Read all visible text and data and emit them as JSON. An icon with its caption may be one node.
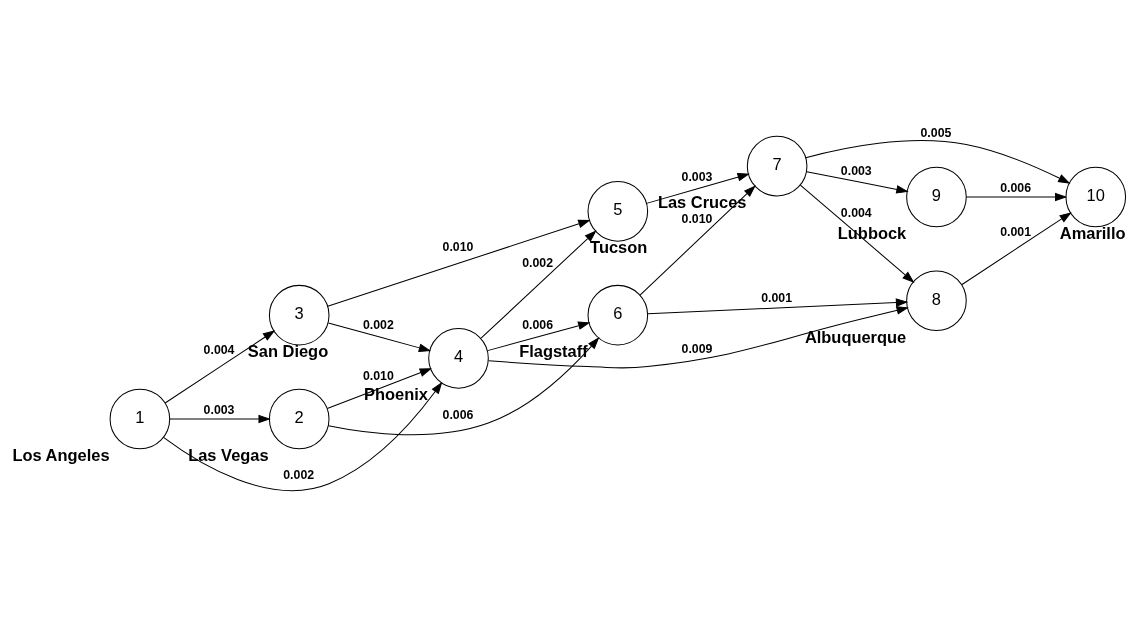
{
  "diagram": {
    "nodes": [
      {
        "text": [
          "1"
        ],
        "beside": [
          "Los Angeles"
        ]
      },
      {
        "text": [
          "2"
        ],
        "beside": [
          "Las Vegas"
        ]
      },
      {
        "text": [
          "3"
        ],
        "beside": [
          "San Diego"
        ]
      },
      {
        "text": [
          "4"
        ],
        "beside": [
          "Phoenix"
        ]
      },
      {
        "text": [
          "5"
        ],
        "beside": [
          "Tucson"
        ]
      },
      {
        "text": [
          "6"
        ],
        "beside": [
          "Flagstaff"
        ]
      },
      {
        "text": [
          "7"
        ],
        "beside": [
          "Las Cruces"
        ]
      },
      {
        "text": [
          "8"
        ],
        "beside": [
          "Albuquerque"
        ]
      },
      {
        "text": [
          "9"
        ],
        "beside": [
          "Lubbock"
        ]
      },
      {
        "text": [
          "10"
        ],
        "beside": [
          "Amarillo"
        ]
      }
    ],
    "edges": [
      {
        "from": 0,
        "to": 1,
        "arrow": "to",
        "label": "0.003"
      },
      {
        "from": 0,
        "to": 3,
        "arrow": "to",
        "label": "0.002"
      },
      {
        "from": 0,
        "to": 2,
        "arrow": "to",
        "label": "0.004"
      },
      {
        "from": 1,
        "to": 5,
        "arrow": "to",
        "label": "0.006"
      },
      {
        "from": 1,
        "to": 3,
        "arrow": "to",
        "label": "0.010"
      },
      {
        "from": 2,
        "to": 3,
        "arrow": "to",
        "label": "0.002"
      },
      {
        "from": 2,
        "to": 4,
        "arrow": "to",
        "label": "0.010"
      },
      {
        "from": 3,
        "to": 5,
        "arrow": "to",
        "label": "0.006"
      },
      {
        "from": 3,
        "to": 7,
        "arrow": "to",
        "label": "0.009"
      },
      {
        "from": 3,
        "to": 4,
        "arrow": "to",
        "label": "0.002"
      },
      {
        "from": 5,
        "to": 7,
        "arrow": "to",
        "label": "0.001"
      },
      {
        "from": 5,
        "to": 6,
        "arrow": "to",
        "label": "0.010"
      },
      {
        "from": 4,
        "to": 6,
        "arrow": "to",
        "label": "0.003"
      },
      {
        "from": 6,
        "to": 7,
        "arrow": "to",
        "label": "0.004"
      },
      {
        "from": 6,
        "to": 9,
        "arrow": "to",
        "label": "0.005"
      },
      {
        "from": 6,
        "to": 8,
        "arrow": "to",
        "label": "0.003"
      },
      {
        "from": 7,
        "to": 9,
        "arrow": "to",
        "label": "0.001"
      },
      {
        "from": 8,
        "to": 9,
        "arrow": "to",
        "label": "0.006"
      }
    ]
  }
}
